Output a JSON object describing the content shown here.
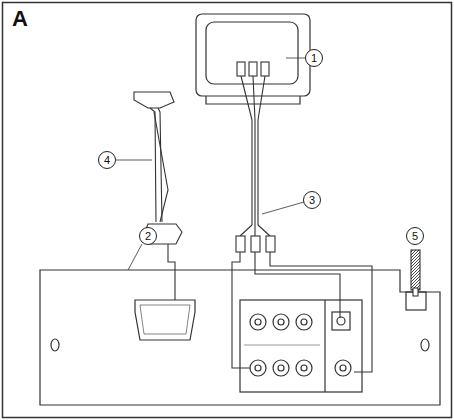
{
  "diagram": {
    "title": "A",
    "labels": [
      "1",
      "2",
      "3",
      "4",
      "5"
    ]
  }
}
